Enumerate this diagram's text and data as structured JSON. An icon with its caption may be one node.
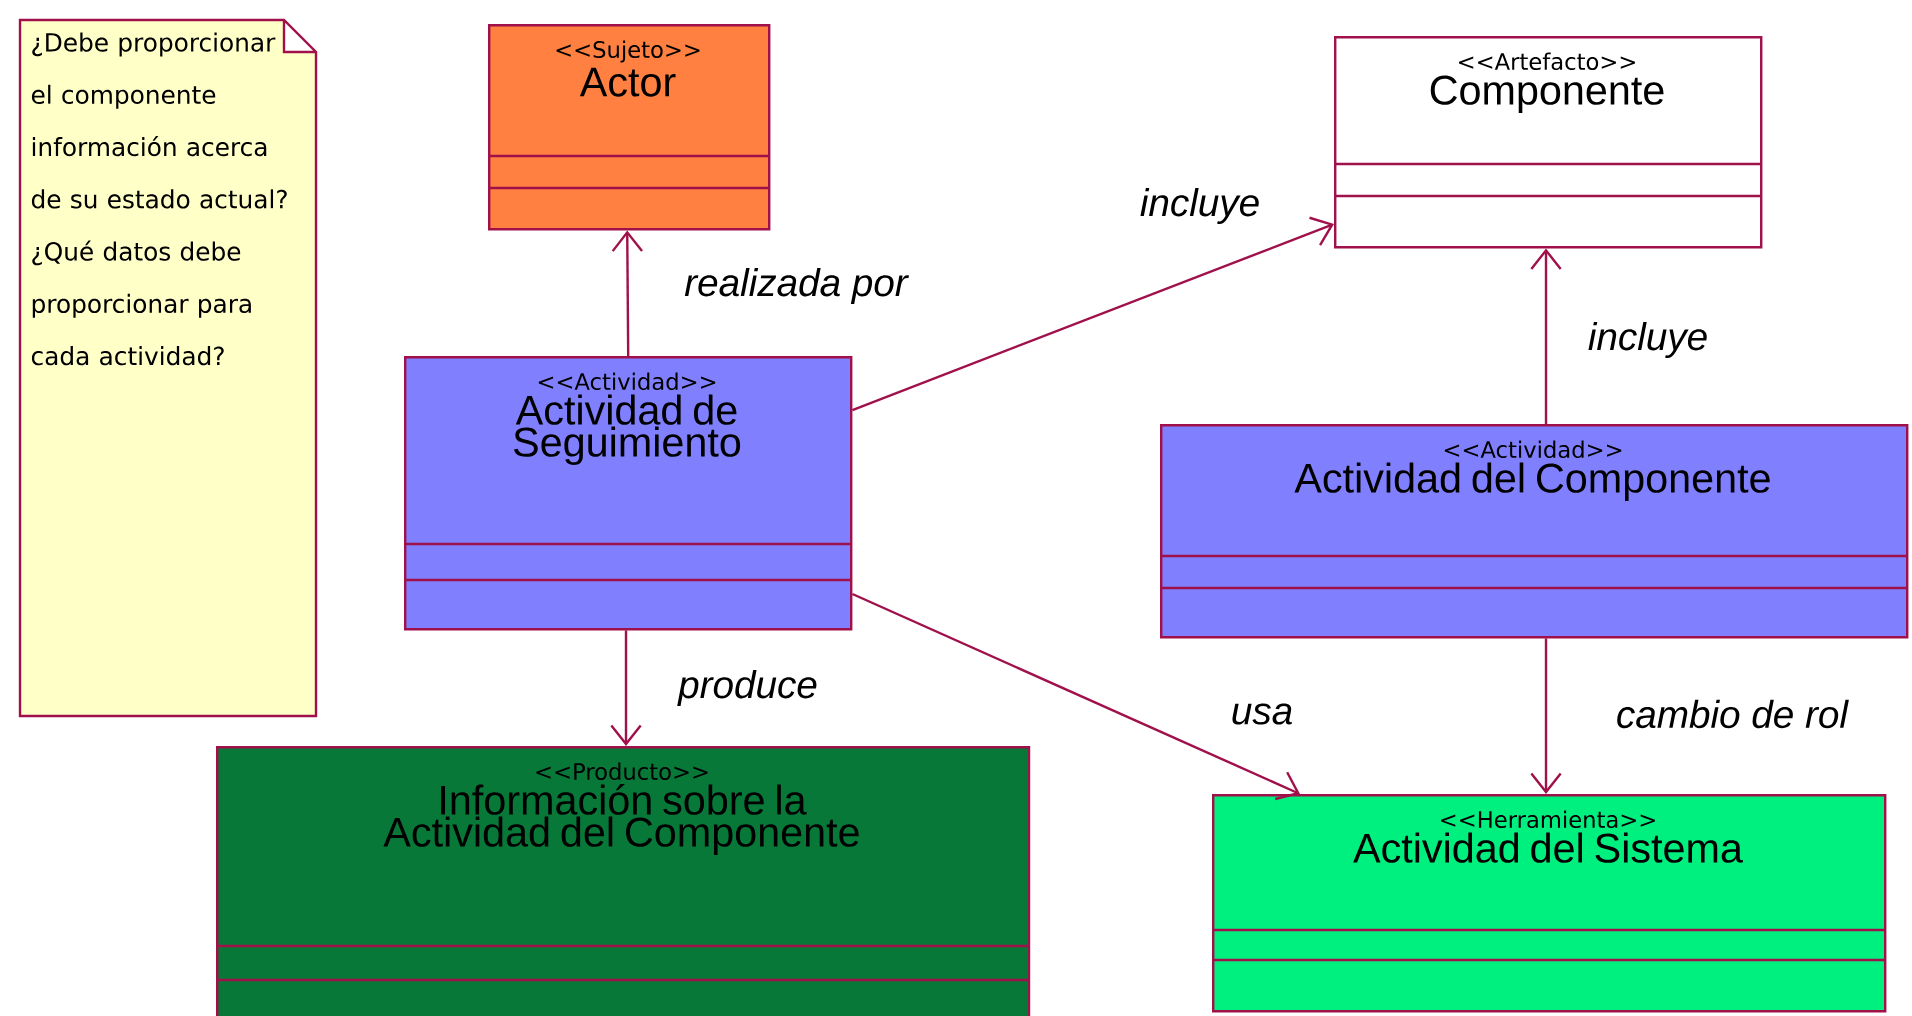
{
  "diagram": {
    "nodes": [
      {
        "text": [
          "¿Debe proporcionar el componente información acerca de su estado actual? ¿Qué datos debe proporcionar para cada actividad?"
        ]
      },
      {
        "text": [
          "<<Sujeto>>",
          "Actor"
        ]
      },
      {
        "text": [
          "<<Artefacto>>",
          "Componente"
        ]
      },
      {
        "text": [
          "<<Actividad>>",
          "Actividad de Seguimiento"
        ]
      },
      {
        "text": [
          "<<Actividad>>",
          "Actividad del Componente"
        ]
      },
      {
        "text": [
          "<<Producto>>",
          "Información sobre la Actividad del Componente"
        ]
      },
      {
        "text": [
          "<<Herramienta>>",
          "Actividad del Sistema"
        ]
      }
    ],
    "edges": [
      {
        "from": 3,
        "to": 1,
        "arrow": "to",
        "label": "realizada por"
      },
      {
        "from": 3,
        "to": 2,
        "arrow": "to",
        "label": "incluye"
      },
      {
        "from": 4,
        "to": 2,
        "arrow": "to",
        "label": "incluye"
      },
      {
        "from": 3,
        "to": 5,
        "arrow": "to",
        "label": "produce"
      },
      {
        "from": 3,
        "to": 6,
        "arrow": "to",
        "label": "usa"
      },
      {
        "from": 4,
        "to": 6,
        "arrow": "to",
        "label": "cambio de rol"
      }
    ]
  }
}
